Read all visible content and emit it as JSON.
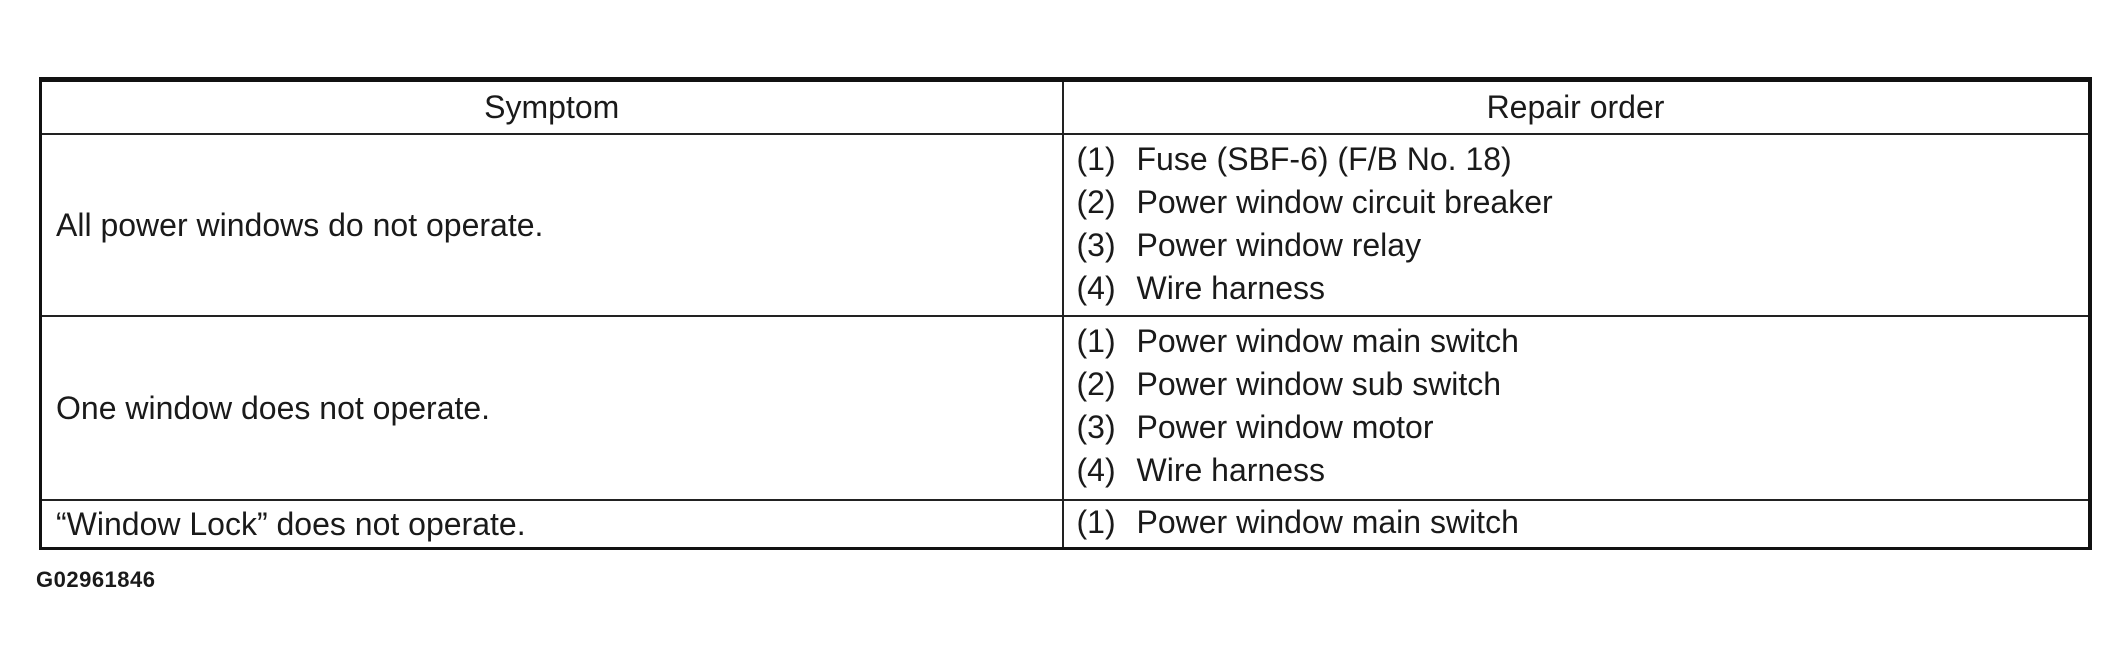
{
  "table": {
    "headers": {
      "symptom": "Symptom",
      "repair_order": "Repair order"
    },
    "rows": [
      {
        "symptom": "All power windows do not operate.",
        "steps": [
          {
            "num": "(1)",
            "text": "Fuse (SBF-6) (F/B No. 18)"
          },
          {
            "num": "(2)",
            "text": "Power window circuit breaker"
          },
          {
            "num": "(3)",
            "text": "Power window relay"
          },
          {
            "num": "(4)",
            "text": "Wire harness"
          }
        ]
      },
      {
        "symptom": "One window does not operate.",
        "steps": [
          {
            "num": "(1)",
            "text": "Power window main switch"
          },
          {
            "num": "(2)",
            "text": "Power window sub switch"
          },
          {
            "num": "(3)",
            "text": "Power window motor"
          },
          {
            "num": "(4)",
            "text": "Wire harness"
          }
        ]
      },
      {
        "symptom": "“Window Lock” does not operate.",
        "steps": [
          {
            "num": "(1)",
            "text": "Power window main switch"
          }
        ]
      }
    ]
  },
  "figure_id": "G02961846"
}
